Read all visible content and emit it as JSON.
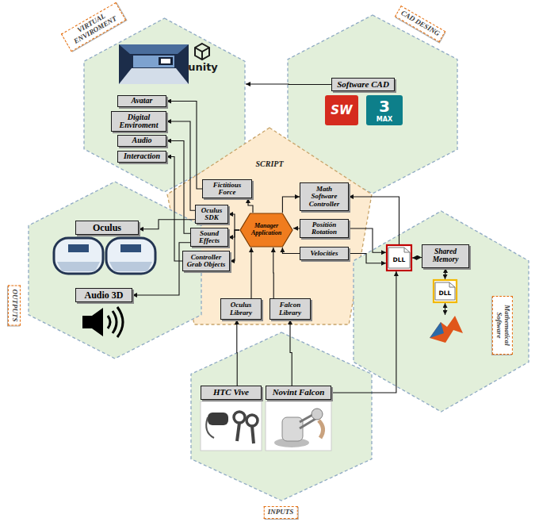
{
  "diagram": {
    "nodes": [
      {
        "text": [
          "VIRTUAL ENVIROMENT"
        ]
      },
      {
        "text": [
          "Avatar"
        ],
        "in": 0
      },
      {
        "text": [
          "Digital Enviroment"
        ],
        "in": 0
      },
      {
        "text": [
          "Audio"
        ],
        "in": 0
      },
      {
        "text": [
          "Interaction"
        ],
        "in": 0
      },
      {
        "text": [
          "CAD DESING"
        ]
      },
      {
        "text": [
          "Software CAD"
        ],
        "in": 5
      },
      {
        "text": [
          "SCRIPT"
        ]
      },
      {
        "text": [
          "Fictitious Force"
        ],
        "in": 7
      },
      {
        "text": [
          "Oculus SDK"
        ],
        "in": 7
      },
      {
        "text": [
          "Sound Effects"
        ],
        "in": 7
      },
      {
        "text": [
          "Controller Grab Objects"
        ],
        "in": 7
      },
      {
        "text": [
          "Manager Application"
        ],
        "in": 7
      },
      {
        "text": [
          "Math Software Controller"
        ],
        "in": 7
      },
      {
        "text": [
          "Positión Rotation"
        ],
        "in": 7
      },
      {
        "text": [
          "Velocities"
        ],
        "in": 7
      },
      {
        "text": [
          "Oculus Library"
        ],
        "in": 7
      },
      {
        "text": [
          "Falcon Library"
        ],
        "in": 7
      },
      {
        "text": [
          "OUTPUTS"
        ]
      },
      {
        "text": [
          "Oculus"
        ],
        "in": 18
      },
      {
        "text": [
          "Audio 3D"
        ],
        "in": 18
      },
      {
        "text": [
          "Mathematical Software"
        ]
      },
      {
        "text": [
          "DLL"
        ],
        "in": 21
      },
      {
        "text": [
          "Shared Memory"
        ],
        "in": 21
      },
      {
        "text": [
          "DLL"
        ],
        "in": 21
      },
      {
        "text": [
          "INPUTS"
        ]
      },
      {
        "text": [
          "HTC Vive"
        ],
        "in": 25
      },
      {
        "text": [
          "Novint Falcon"
        ],
        "in": 25
      }
    ],
    "edges": [
      {
        "from": 6,
        "to": 0,
        "arrow": "to"
      },
      {
        "from": 8,
        "to": 1,
        "arrow": "to"
      },
      {
        "from": 9,
        "to": 2,
        "arrow": "to"
      },
      {
        "from": 10,
        "to": 3,
        "arrow": "to"
      },
      {
        "from": 11,
        "to": 4,
        "arrow": "to"
      },
      {
        "from": 9,
        "to": 19,
        "arrow": "to"
      },
      {
        "from": 10,
        "to": 20,
        "arrow": "to"
      },
      {
        "from": 12,
        "to": 8,
        "arrow": "to"
      },
      {
        "from": 12,
        "to": 9,
        "arrow": "to"
      },
      {
        "from": 12,
        "to": 10,
        "arrow": "to"
      },
      {
        "from": 12,
        "to": 11,
        "arrow": "to"
      },
      {
        "from": 12,
        "to": 13,
        "arrow": "to"
      },
      {
        "from": 14,
        "to": 12,
        "arrow": "to"
      },
      {
        "from": 15,
        "to": 12,
        "arrow": "to"
      },
      {
        "from": 16,
        "to": 12,
        "arrow": "to"
      },
      {
        "from": 17,
        "to": 12,
        "arrow": "to"
      },
      {
        "from": 22,
        "to": 13,
        "arrow": "to"
      },
      {
        "from": 14,
        "to": 22,
        "arrow": "to"
      },
      {
        "from": 15,
        "to": 22,
        "arrow": "to"
      },
      {
        "from": 22,
        "to": 23,
        "arrow": "both"
      },
      {
        "from": 23,
        "to": 24,
        "arrow": "both"
      },
      {
        "from": 26,
        "to": 16,
        "arrow": "to"
      },
      {
        "from": 27,
        "to": 17,
        "arrow": "to"
      },
      {
        "from": 27,
        "to": 22,
        "arrow": "to"
      }
    ],
    "labels": [
      "unity",
      "SW",
      "3",
      "MAX"
    ]
  }
}
